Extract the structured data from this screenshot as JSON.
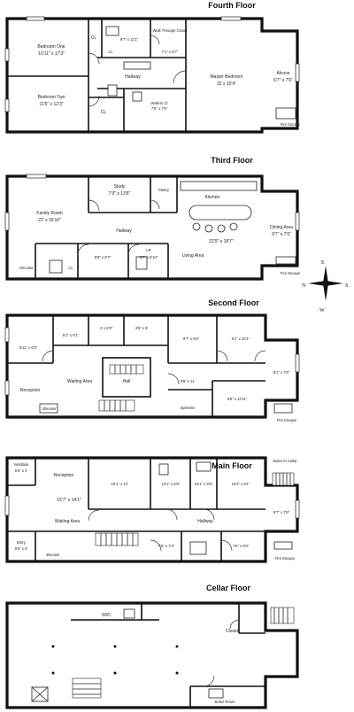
{
  "floors": {
    "fourth": {
      "title": "Fourth Floor",
      "rooms": {
        "bedroom_one": {
          "name": "Bedroom One",
          "dims": "10'11\" x 17'3\""
        },
        "bedroom_two": {
          "name": "Bedroom Two",
          "dims": "11'6\" x 12'3\""
        },
        "closet_a": "CL",
        "closet_b": "CL",
        "closet_c": "CL",
        "bath": "9'7\" x 11'1\"",
        "walkthrough": {
          "name": "Walk Through Closet",
          "dims": "7'1\" x 6'7\""
        },
        "hallway": "Hallway",
        "master": {
          "name": "Master Bedroom",
          "dims": "32 x 15'4\""
        },
        "alcove": {
          "name": "Alcove",
          "dims": "6'7\" x 7'6\""
        },
        "walkin": {
          "name": "Walk-in Cl",
          "dims": "7'8\" x 7'6\""
        },
        "fire_escape": "Fire Escape"
      }
    },
    "third": {
      "title": "Third Floor",
      "rooms": {
        "family": {
          "name": "Family Room",
          "dims": "22' x 16'10\""
        },
        "study": {
          "name": "Study",
          "dims": "7'9\" x 13'6\""
        },
        "pantry": "Pantry",
        "kitchen": "Kitchen",
        "hallway": "Hallway",
        "kitchen_dims": "22'9\" x 18'7\"",
        "living": "Living Area",
        "dining": {
          "name": "Dining Area",
          "dims": "9'7\" x 7'6\""
        },
        "elevator": "Elevator",
        "closet": "CL",
        "ba": "8'8\" x 6'7\"",
        "lr": {
          "name": "LR",
          "dims": "6'7\" x 6'10\""
        },
        "fire_escape": "Fire Escape"
      }
    },
    "second": {
      "title": "Second Floor",
      "rooms": {
        "r1": "9'11\" x 6'3\"",
        "r2": "5'1\" x 6'1\"",
        "r3": "4' x 6'9\"",
        "r4": "4'6\" x 6'",
        "r5": "9'7\" x 8'4\"",
        "r6": "9'1\" x 10'1\"",
        "r7": "8'1\" x 7'6\"",
        "waiting": "Waiting Area",
        "hall": "Hall",
        "reception": "Reception",
        "r8": "9'6\" x 11'",
        "r9": "9'6\" x 12'11\"",
        "elevator": "Elevator",
        "sprinkler": "Sprinkler",
        "fire_escape": "Fire Escape"
      }
    },
    "main": {
      "title": "Main Floor",
      "rooms": {
        "vestibule": {
          "name": "Vestibule",
          "dims": "5'3\" x 4'"
        },
        "reception": {
          "name": "Reception",
          "dims": "15'7\" x 14'1\""
        },
        "r1": "10'1\" x 13'",
        "r2": "10'1\" x 8'6\"",
        "r3": "10'1\" x 9'6\"",
        "r4": "16'2\" x 9'1\"",
        "stairs": "Stairs to Cellar",
        "waiting": "Waiting Area",
        "hallway": "Hallway",
        "r5": "9'7\" x 7'6\"",
        "entry": {
          "name": "Entry",
          "dims": "9'6\" x 8'"
        },
        "elevator": "Elevator",
        "r6": "7'6\" x 7'3\"",
        "r7": "7'6\" x 6'6\"",
        "fire_escape": "Fire Escape"
      }
    },
    "cellar": {
      "title": "Cellar Floor",
      "rooms": {
        "wd": "W/D",
        "closet": "Closet",
        "boiler": "Boiler Room"
      }
    }
  },
  "compass": {
    "n": "N",
    "e": "E",
    "s": "S",
    "w": "W"
  }
}
